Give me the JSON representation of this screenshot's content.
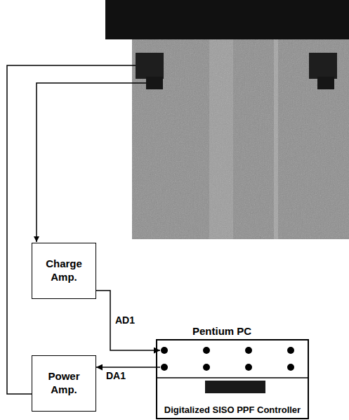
{
  "diagram": {
    "nodes": [
      {
        "text": [
          "Charge Amp."
        ]
      },
      {
        "text": [
          "Power Amp."
        ]
      },
      {
        "text": [
          "Pentium PC",
          "Digitalized SISO PPF Controller"
        ]
      }
    ],
    "edges": [
      {
        "from": 0,
        "to": 2,
        "label": "AD1",
        "arrow": "to"
      },
      {
        "from": 2,
        "to": 1,
        "label": "DA1",
        "arrow": "to"
      }
    ]
  }
}
